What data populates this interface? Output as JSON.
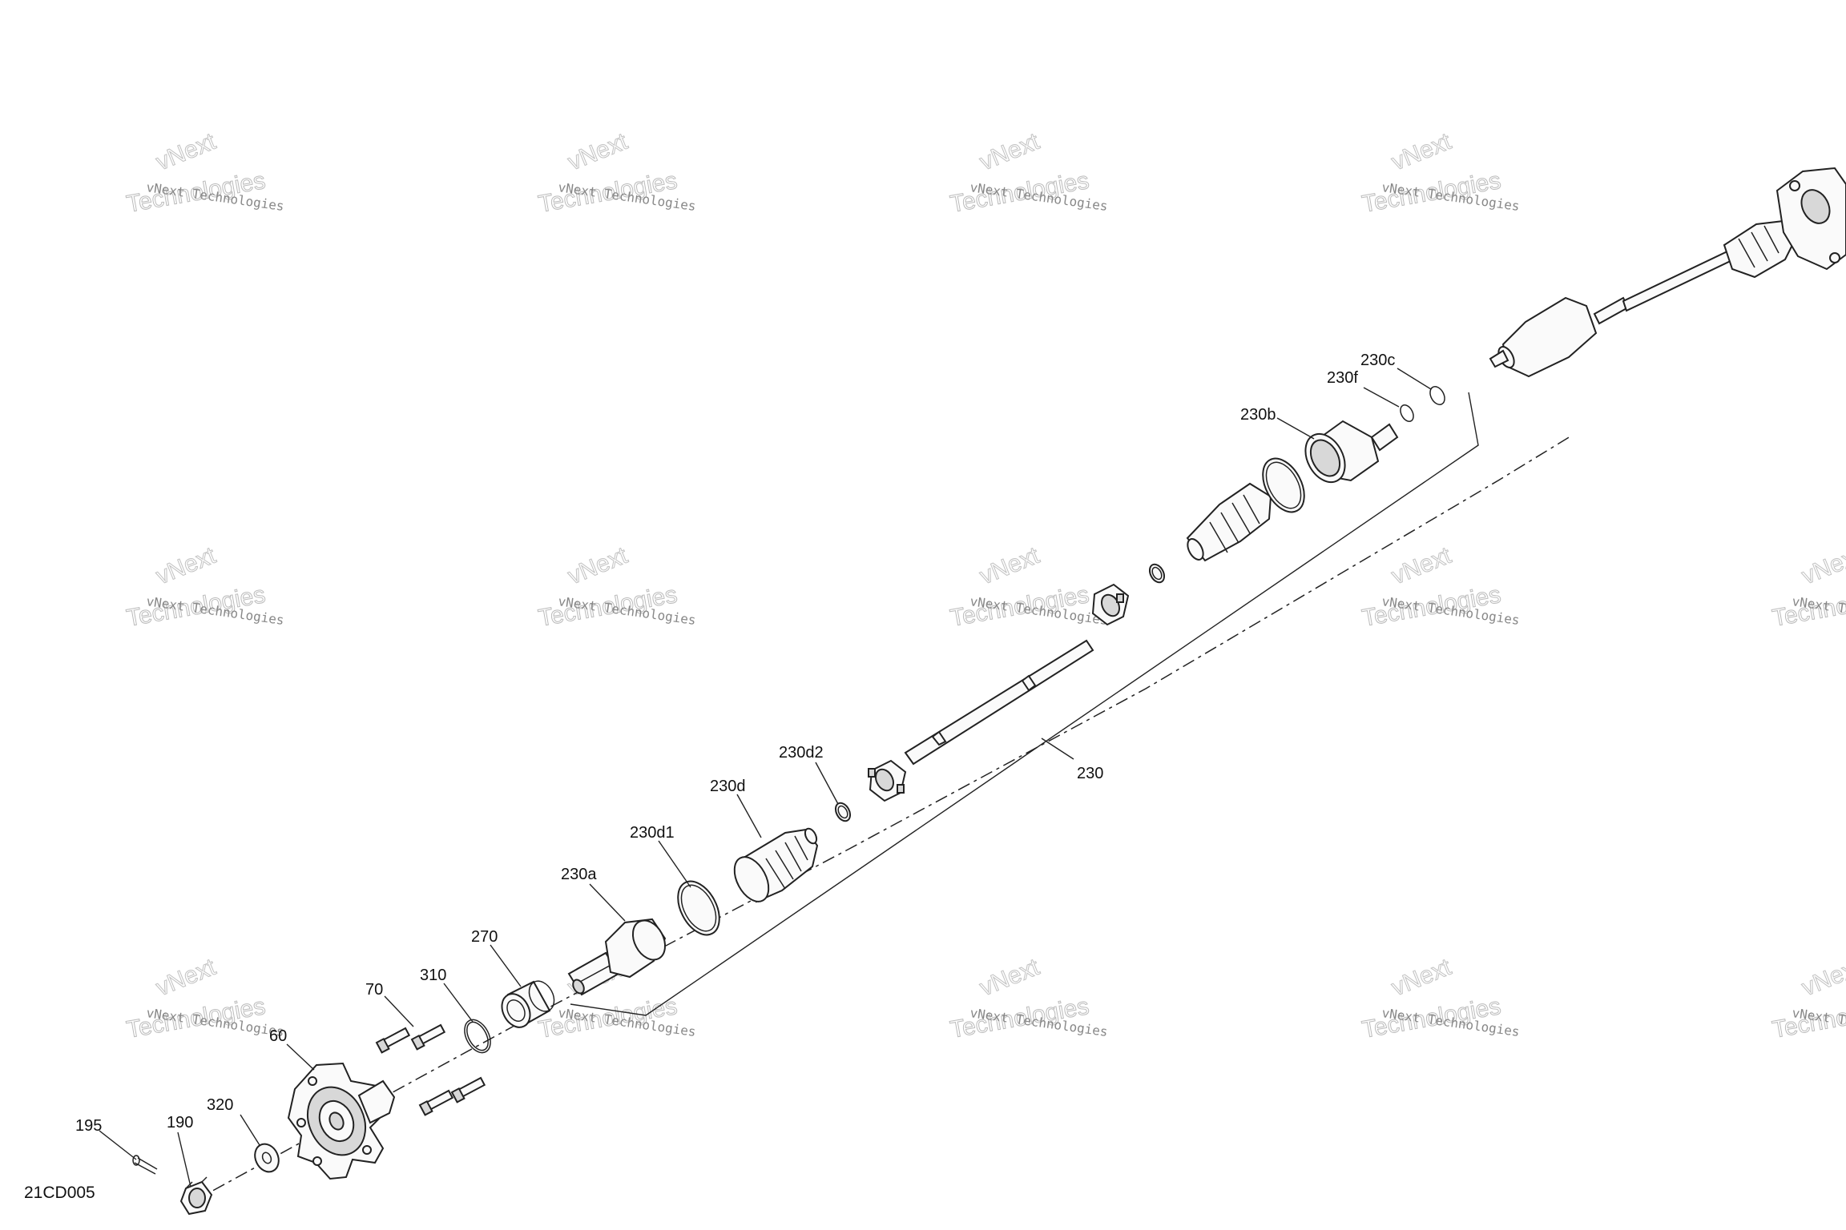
{
  "diagram": {
    "code": "21CD005",
    "callouts": {
      "c195": "195",
      "c190": "190",
      "c320": "320",
      "c60": "60",
      "c70": "70",
      "c310": "310",
      "c270": "270",
      "c230a": "230a",
      "c230d1": "230d1",
      "c230d": "230d",
      "c230d2": "230d2",
      "c230": "230",
      "c230b": "230b",
      "c230f": "230f",
      "c230c": "230c"
    },
    "watermark": {
      "line1": "vNext Technologies",
      "line2": "Technologies",
      "line3": "vNext"
    }
  }
}
